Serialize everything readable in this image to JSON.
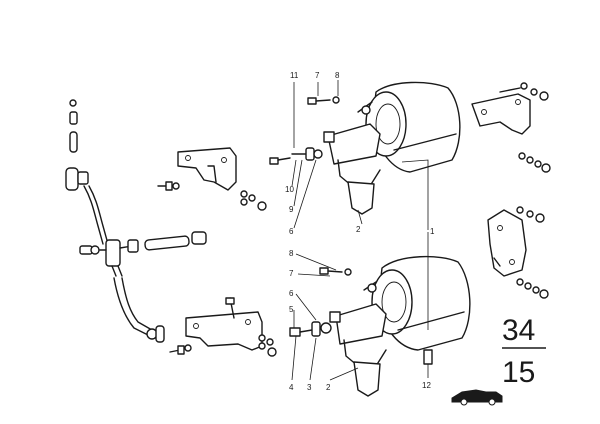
{
  "callouts": {
    "c11": "11",
    "c7a": "7",
    "c8a": "8",
    "c10": "10",
    "c9": "9",
    "c6a": "6",
    "c2a": "2",
    "c1": "1",
    "c8b": "8",
    "c7b": "7",
    "c6b": "6",
    "c5": "5",
    "c4": "4",
    "c3": "3",
    "c2b": "2",
    "c12": "12"
  },
  "group_code": {
    "main": "34",
    "sub": "15"
  },
  "icons": {
    "logo": "car-silhouette-icon"
  }
}
